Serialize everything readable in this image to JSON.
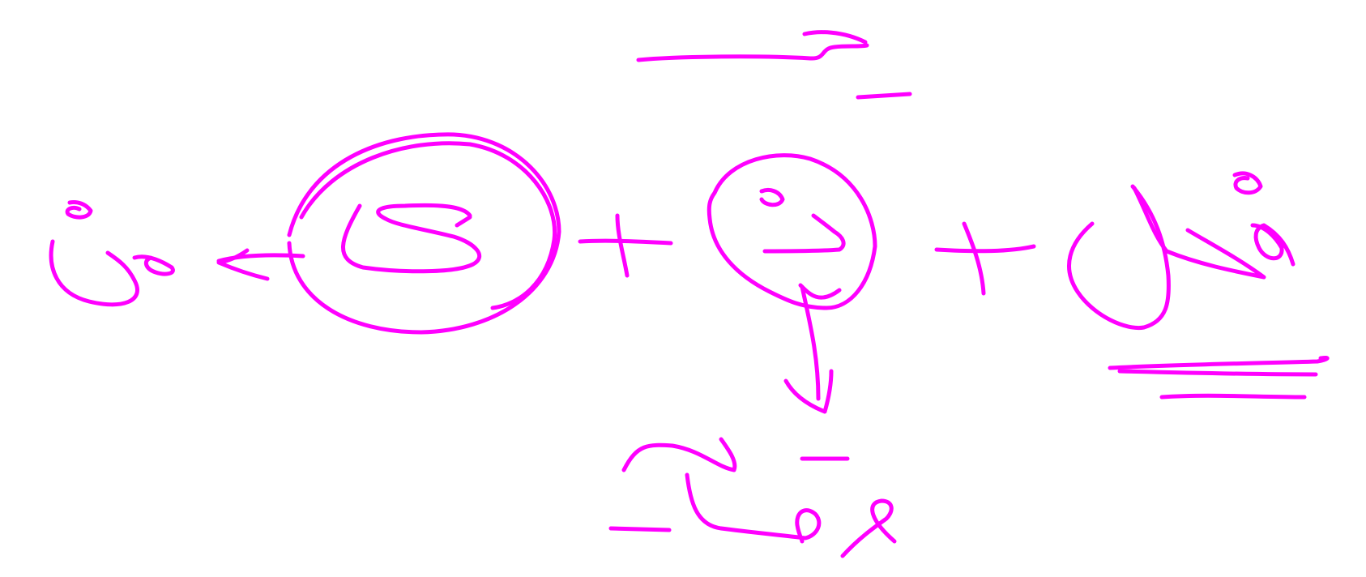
{
  "canvas": {
    "background_color": "#ffffff",
    "ink_color": "#ff00ff"
  },
  "handwriting": {
    "top_diacritic": "ـِـ",
    "word_left": "ذى",
    "letter_circled": "ك",
    "letter_middle": "ب",
    "letter_below": "بـ",
    "letter_right": "حل",
    "word_bottom": "نفي"
  },
  "symbols": {
    "plus_1": "+",
    "plus_2": "+"
  }
}
